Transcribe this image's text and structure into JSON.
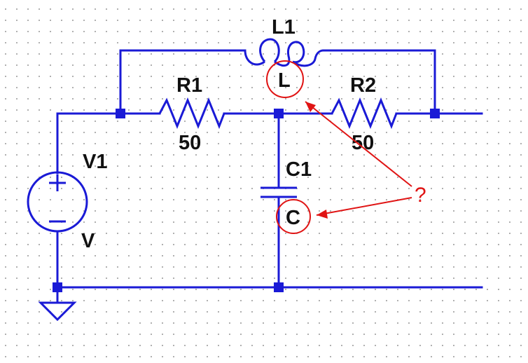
{
  "schematic": {
    "grid_dot_color": "#b0b0b0",
    "wire_color": "#1a1ad6",
    "annotation_color": "#e01414",
    "components": {
      "inductor": {
        "name": "L1",
        "value": "L"
      },
      "r1": {
        "name": "R1",
        "value": "50"
      },
      "r2": {
        "name": "R2",
        "value": "50"
      },
      "capacitor": {
        "name": "C1",
        "value": "C"
      },
      "source": {
        "name": "V1",
        "value": "V"
      }
    },
    "question_mark": "?"
  }
}
